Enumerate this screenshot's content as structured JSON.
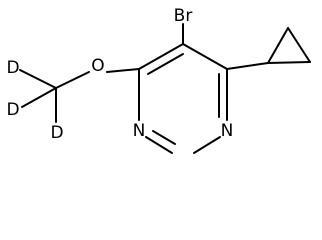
{
  "molecule": {
    "atoms": {
      "bromine": "Br",
      "oxygen": "O",
      "nitrogen_left": "N",
      "nitrogen_right": "N",
      "deuterium_top": "D",
      "deuterium_middle": "D",
      "deuterium_bottom": "D"
    }
  },
  "colors": {
    "bond": "#000000",
    "atom_label": "#000000",
    "background": "#ffffff"
  }
}
